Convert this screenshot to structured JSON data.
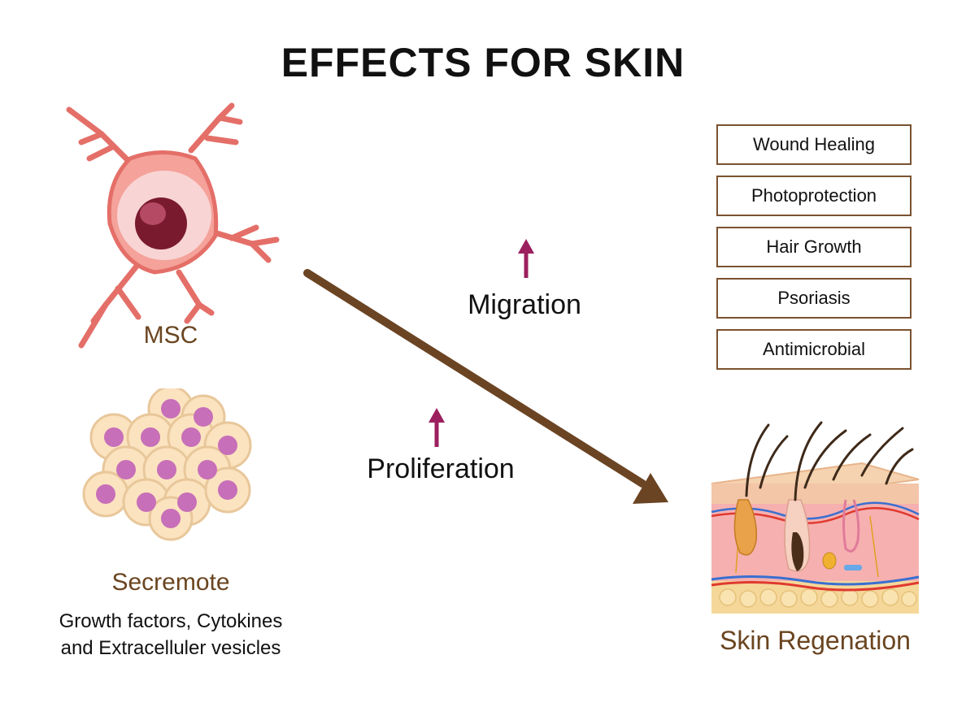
{
  "title": "EFFECTS FOR SKIN",
  "msc": {
    "label": "MSC"
  },
  "secretome": {
    "label": "Secremote",
    "description_line1": "Growth factors, Cytokines",
    "description_line2": "and Extracelluler vesicles"
  },
  "processes": {
    "migration": "Migration",
    "proliferation": "Proliferation"
  },
  "effects": [
    {
      "label": "Wound Healing"
    },
    {
      "label": "Photoprotection"
    },
    {
      "label": "Hair Growth"
    },
    {
      "label": "Psoriasis"
    },
    {
      "label": "Antimicrobial"
    }
  ],
  "outcome": {
    "label": "Skin Regenation"
  },
  "colors": {
    "arrow": "#6b4423",
    "up_arrow": "#9c1f5e",
    "label_brown": "#6a4520",
    "box_border": "#7a5230",
    "cell_body": "#f4a29a",
    "nucleus": "#7a1a2e",
    "secretome_cell": "#fbe3c0",
    "secretome_nucleus": "#c76fb8"
  }
}
